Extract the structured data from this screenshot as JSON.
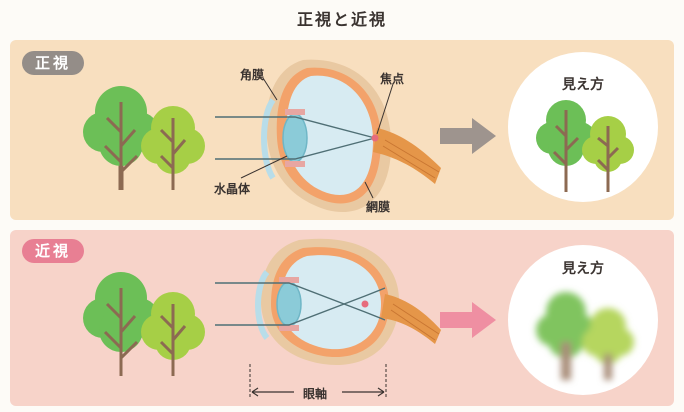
{
  "title": "正視と近視",
  "panels": [
    {
      "tag": "正視",
      "labels": {
        "cornea": "角膜",
        "focus": "焦点",
        "lens": "水晶体",
        "retina": "網膜"
      },
      "view_title": "見え方",
      "colors": {
        "background": "#f8dfbf",
        "tag": "#948d88",
        "arrow": "#9e948e"
      }
    },
    {
      "tag": "近視",
      "labels": {
        "axial_length": "眼軸"
      },
      "view_title": "見え方",
      "colors": {
        "background": "#f7d3c9",
        "tag": "#e87f93",
        "arrow": "#ef8fa2"
      }
    }
  ]
}
